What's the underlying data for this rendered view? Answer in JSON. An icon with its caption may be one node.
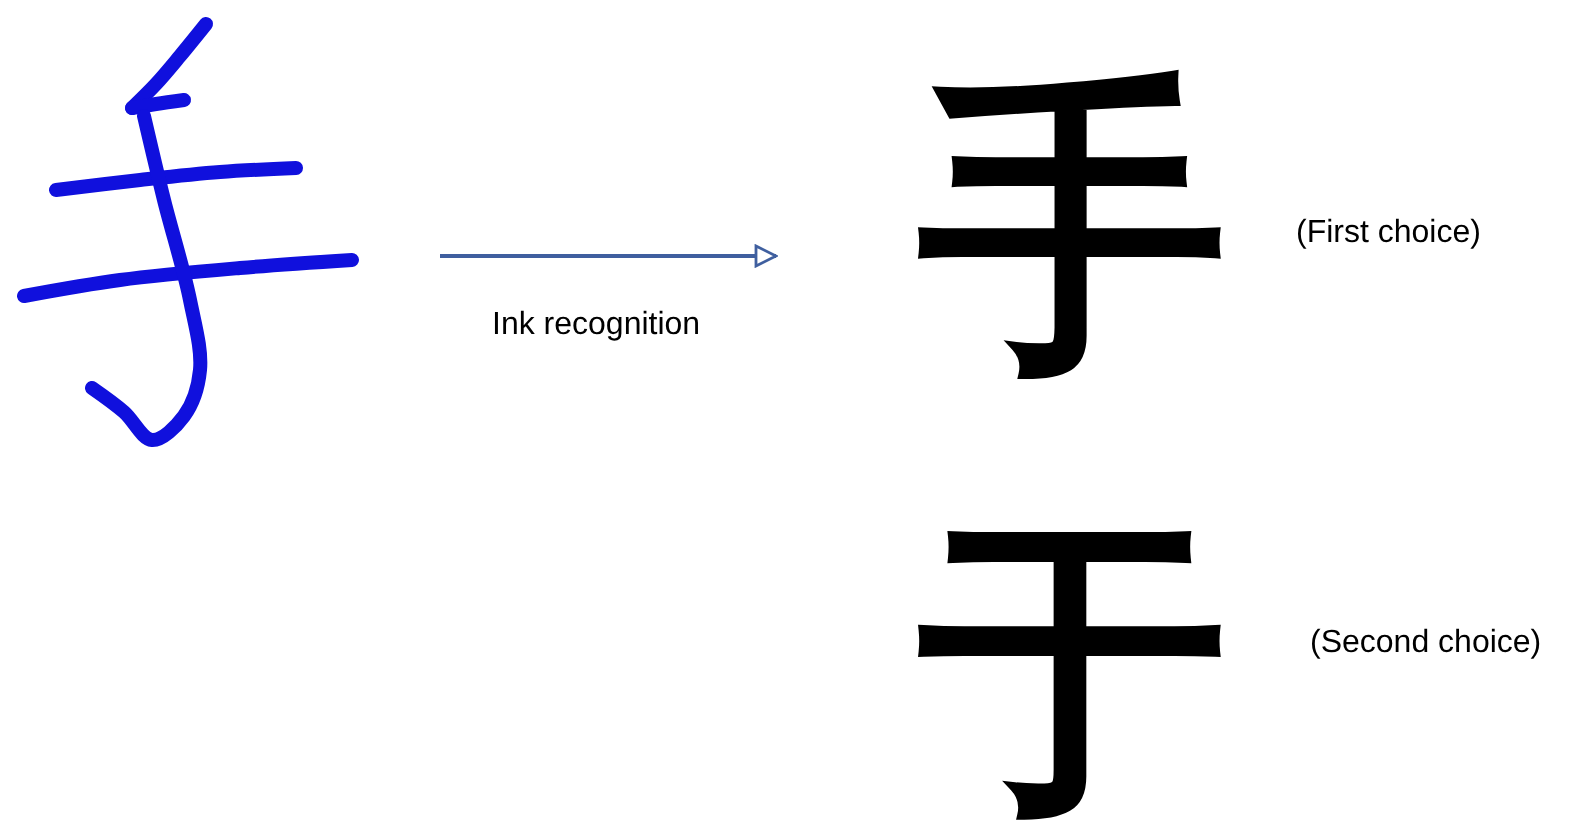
{
  "diagram": {
    "nodes": [
      {
        "text": [],
        "shape": "picture"
      },
      {
        "text": [
          "手"
        ],
        "beside": [
          "(First choice)"
        ]
      },
      {
        "text": [
          "于"
        ],
        "beside": [
          "(Second choice)"
        ]
      }
    ],
    "edges": [
      {
        "from": 0,
        "to": 1,
        "arrow": "to",
        "label": "Ink recognition"
      }
    ]
  }
}
